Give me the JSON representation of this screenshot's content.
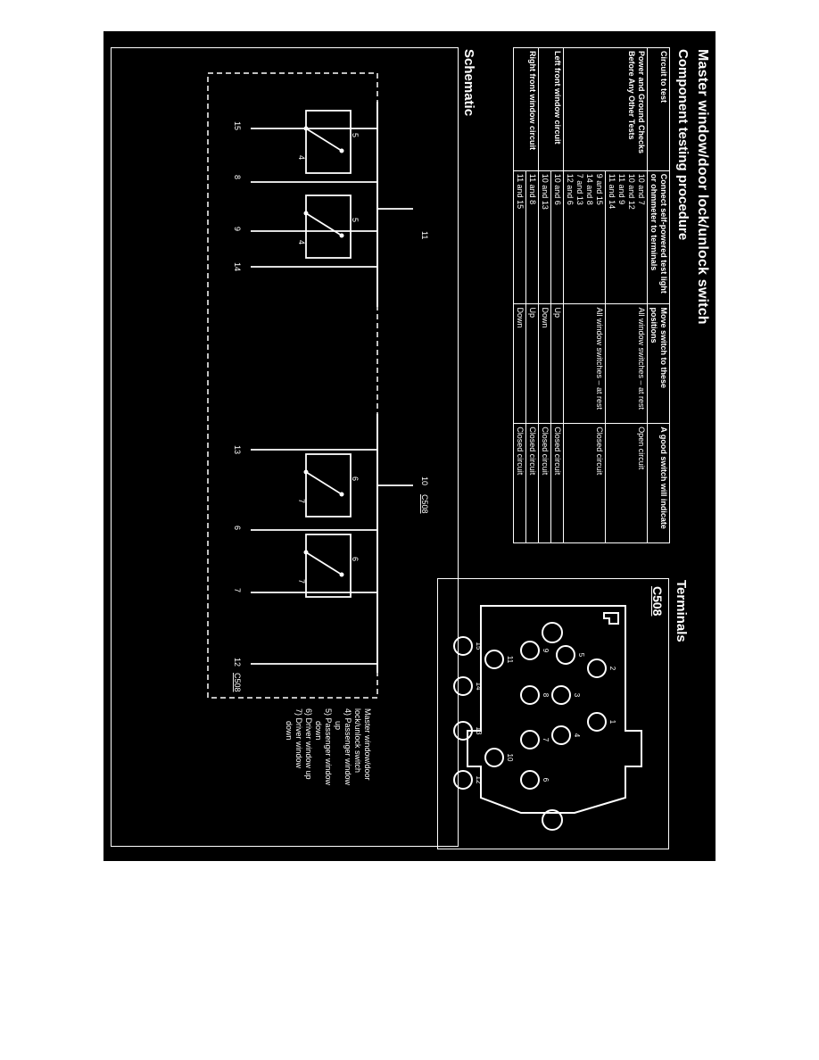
{
  "title": "Master window/door lock/unlock switch",
  "component_heading": "Component testing procedure",
  "table": {
    "headers": [
      "Circuit to test",
      "Connect self-powered test light or ohmmeter to terminals",
      "Move switch to these positions",
      "A good switch will indicate"
    ],
    "groups": [
      {
        "circuit": "Power and Ground Checks Before Any Other Tests",
        "rows": [
          {
            "terminals": [
              "10 and 7",
              "10 and 12",
              "11 and 9",
              "11 and 14"
            ],
            "position": "All window switches – at rest",
            "indicate": "Open circuit"
          },
          {
            "terminals": [
              "9 and 15",
              "14 and 8",
              "7 and 13",
              "12 and 6"
            ],
            "position": "All window switches – at rest",
            "indicate": "Closed circuit"
          }
        ]
      },
      {
        "circuit": "Left front window circuit",
        "rows": [
          {
            "terminals": [
              "10 and 6"
            ],
            "position": "Up",
            "indicate": "Closed circuit"
          },
          {
            "terminals": [
              "10 and 13"
            ],
            "position": "Down",
            "indicate": "Closed circuit"
          }
        ]
      },
      {
        "circuit": "Right front window circuit",
        "rows": [
          {
            "terminals": [
              "11 and 8"
            ],
            "position": "Up",
            "indicate": "Closed circuit"
          },
          {
            "terminals": [
              "11 and 15"
            ],
            "position": "Down",
            "indicate": "Closed circuit"
          }
        ]
      }
    ]
  },
  "terminals_heading": "Terminals",
  "connector_label": "C508",
  "connector_pins": [
    "1",
    "2",
    "3",
    "4",
    "5",
    "6",
    "7",
    "8",
    "9",
    "10",
    "11",
    "12",
    "13",
    "14",
    "15"
  ],
  "schematic_heading": "Schematic",
  "schematic": {
    "top_labels": [
      "11",
      "10",
      "C508"
    ],
    "bottom_labels": [
      "15",
      "8",
      "9",
      "14",
      "13",
      "6",
      "7",
      "12",
      "C508"
    ],
    "switch_labels": [
      "5",
      "4",
      "5",
      "4",
      "6",
      "7",
      "6",
      "7"
    ]
  },
  "legend": {
    "lines": [
      "Master window/door",
      "lock/unlock switch",
      "4)  Passenger window",
      "up",
      "5)  Passenger window",
      "down",
      "6)  Driver window up",
      "7)  Driver window",
      "down"
    ]
  }
}
